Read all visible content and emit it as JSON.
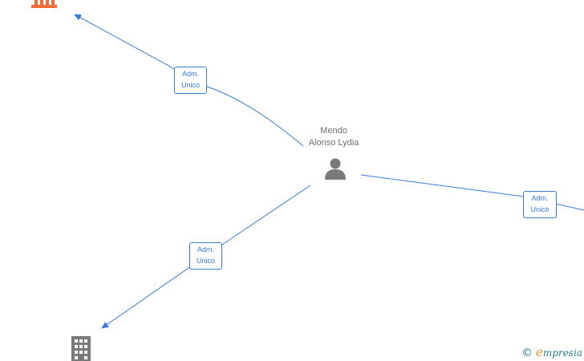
{
  "diagram": {
    "center_person": {
      "name_line1": "Mendo",
      "name_line2": "Alonso Lydia",
      "icon": "person-icon"
    },
    "edges": [
      {
        "label_line1": "Adm.",
        "label_line2": "Unico",
        "target": "top-left-company"
      },
      {
        "label_line1": "Adm.",
        "label_line2": "Unico",
        "target": "right-offscreen-company"
      },
      {
        "label_line1": "Adm.",
        "label_line2": "Unico",
        "target": "bottom-left-company"
      }
    ],
    "nodes": [
      {
        "id": "top-left-company",
        "icon": "institution-icon",
        "color": "#f26b38"
      },
      {
        "id": "bottom-left-company",
        "icon": "building-icon",
        "color": "#7a7a7a"
      }
    ],
    "colors": {
      "edge": "#3a7bd5",
      "person_icon": "#7a7a7a",
      "label_text": "#3a7bd5"
    }
  },
  "watermark": {
    "copyright_symbol": "©",
    "brand_first_letter": "e",
    "brand_rest": "mpresia"
  }
}
